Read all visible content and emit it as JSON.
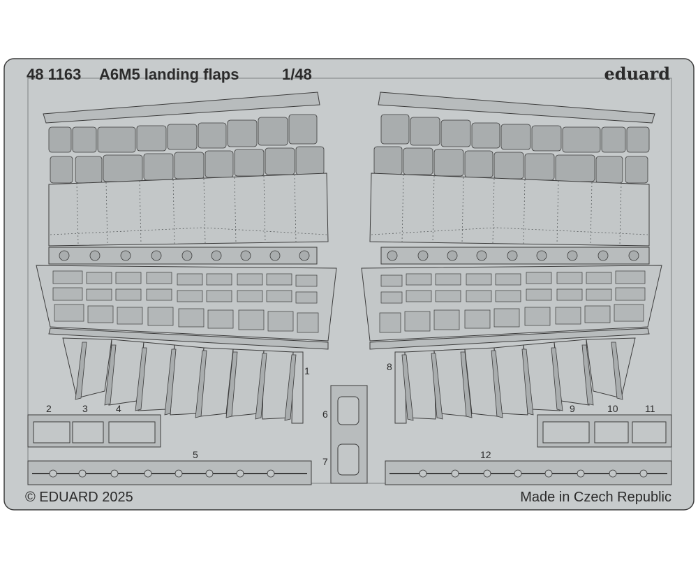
{
  "header": {
    "part_number": "48 1163",
    "product_name": "A6M5 landing flaps",
    "scale": "1/48",
    "brand": "eduard"
  },
  "footer": {
    "copyright": "© EDUARD 2025",
    "origin": "Made in Czech Republic"
  },
  "part_labels": [
    "1",
    "2",
    "3",
    "4",
    "5",
    "6",
    "7",
    "8",
    "9",
    "10",
    "11",
    "12"
  ],
  "colors": {
    "fret": "#c7cbcc",
    "part": "#c3c7c8",
    "recess": "#a9adae",
    "outline": "#3c3c3c",
    "ink": "#2b2b2b"
  }
}
